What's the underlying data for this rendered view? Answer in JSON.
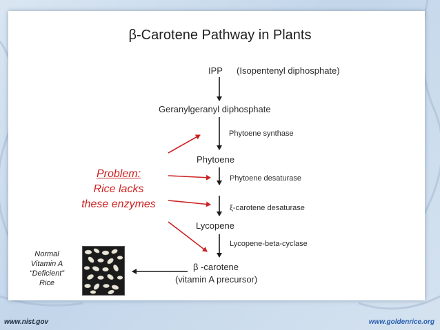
{
  "title": "β-Carotene Pathway in Plants",
  "nodes": {
    "ipp": "IPP",
    "ipp_full": "(Isopentenyl diphosphate)",
    "ggpp": "Geranylgeranyl diphosphate",
    "phytoene": "Phytoene",
    "lycopene": "Lycopene",
    "beta_carotene": "β -carotene",
    "beta_carotene_sub": "(vitamin A precursor)"
  },
  "enzymes": {
    "phytoene_synthase": "Phytoene synthase",
    "phytoene_desaturase": "Phytoene desaturase",
    "xi_carotene_desaturase": "ξ-carotene desaturase",
    "lycopene_cyclase": "Lycopene-beta-cyclase"
  },
  "problem": {
    "heading": "Problem:",
    "line1": "Rice lacks",
    "line2": "these enzymes"
  },
  "normal_rice": {
    "line1": "Normal",
    "line2": "Vitamin A",
    "line3": "“Deficient”",
    "line4": "Rice"
  },
  "footer": {
    "left": "www.nist.gov",
    "right": "www.goldenrice.org"
  },
  "colors": {
    "red_arrow": "#cc2222",
    "black_arrow": "#1a1a1a",
    "problem_text": "#cc2222",
    "footer_right": "#2a5fb0"
  }
}
